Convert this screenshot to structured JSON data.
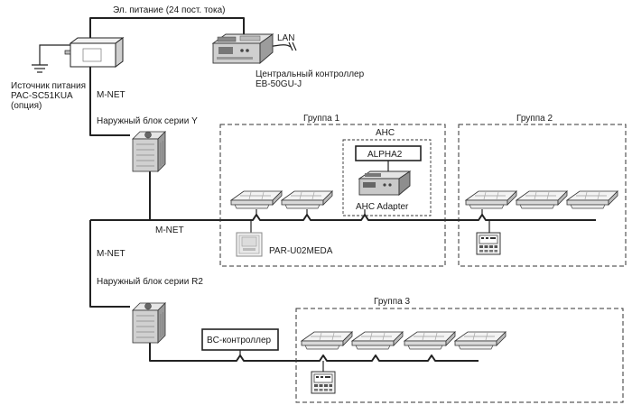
{
  "labels": {
    "power_line": "Эл. питание (24 пост. тока)",
    "lan": "LAN",
    "power_supply": [
      "Источник питания",
      "PAC-SC51KUA",
      "(опция)"
    ],
    "central_controller": [
      "Центральный контроллер",
      "EB-50GU-J"
    ],
    "mnet_top": "M-NET",
    "outdoor_y": "Наружный блок серии Y",
    "mnet_mid_right": "M-NET",
    "mnet_mid_left": "M-NET",
    "outdoor_r2": "Наружный блок серии R2",
    "bc_controller": "BC-контроллер"
  },
  "groups": [
    {
      "title": "Группа 1"
    },
    {
      "title": "Группа 2"
    },
    {
      "title": "Группа 3"
    }
  ],
  "ahc": {
    "title": "AHC",
    "alpha": "ALPHA2",
    "adapter": "AHC Adapter"
  },
  "remote_par": "PAR-U02MEDA",
  "colors": {
    "line": "#222222",
    "device_fill": "#dcdcdc",
    "device_dark": "#555555"
  }
}
